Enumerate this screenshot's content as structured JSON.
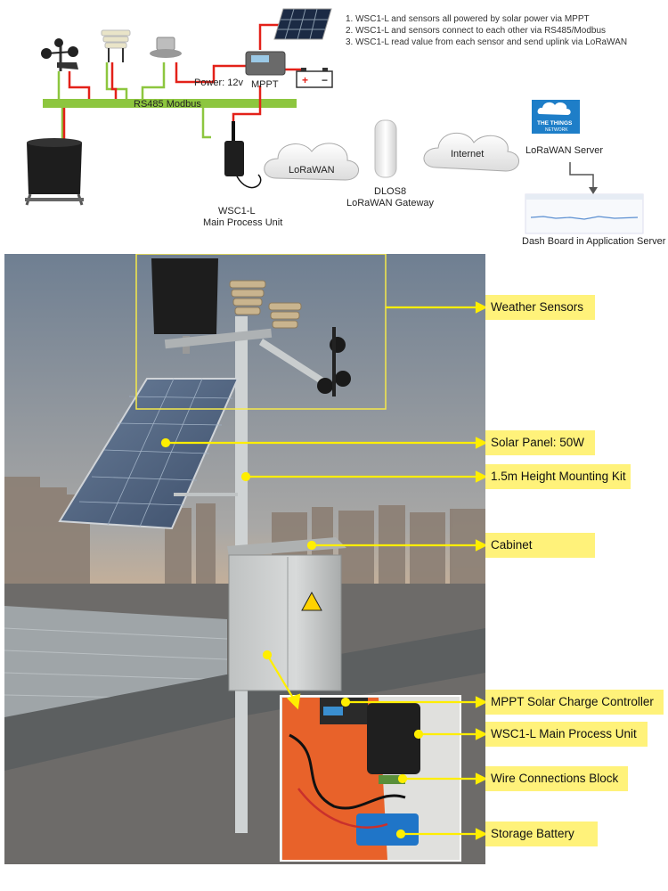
{
  "diagram": {
    "notes": [
      "1. WSC1-L and sensors all powered by solar power via MPPT",
      "2. WSC1-L and sensors connect to each other via RS485/Modbus",
      "3. WSC1-L read value from each sensor and send uplink via LoRaWAN"
    ],
    "power_label": "Power: 12v",
    "mppt_label": "MPPT",
    "bus_label": "RS485 Modbus",
    "battery_plus": "+",
    "battery_minus": "−",
    "main_unit_label_1": "WSC1-L",
    "main_unit_label_2": "Main Process Unit",
    "lorawan_cloud": "LoRaWAN",
    "gateway_label_1": "DLOS8",
    "gateway_label_2": "LoRaWAN Gateway",
    "internet_cloud": "Internet",
    "ttn_logo_1": "THE THINGS",
    "ttn_logo_2": "NETWORK",
    "server_label": "LoRaWAN Server",
    "dashboard_label": "Dash Board in Application Server"
  },
  "photo": {
    "callouts": [
      "Weather  Sensors",
      "Solar  Panel: 50W",
      "1.5m Height Mounting Kit",
      "Cabinet",
      "MPPT Solar Charge Controller",
      "WSC1-L Main  Process Unit",
      "Wire Connections Block",
      "Storage Battery"
    ]
  },
  "colors": {
    "bus_green": "#8dc63f",
    "power_red": "#e32119",
    "callout_yellow": "#fff27a",
    "arrow_yellow": "#ffee00",
    "cabinet_orange": "#e8622a"
  }
}
